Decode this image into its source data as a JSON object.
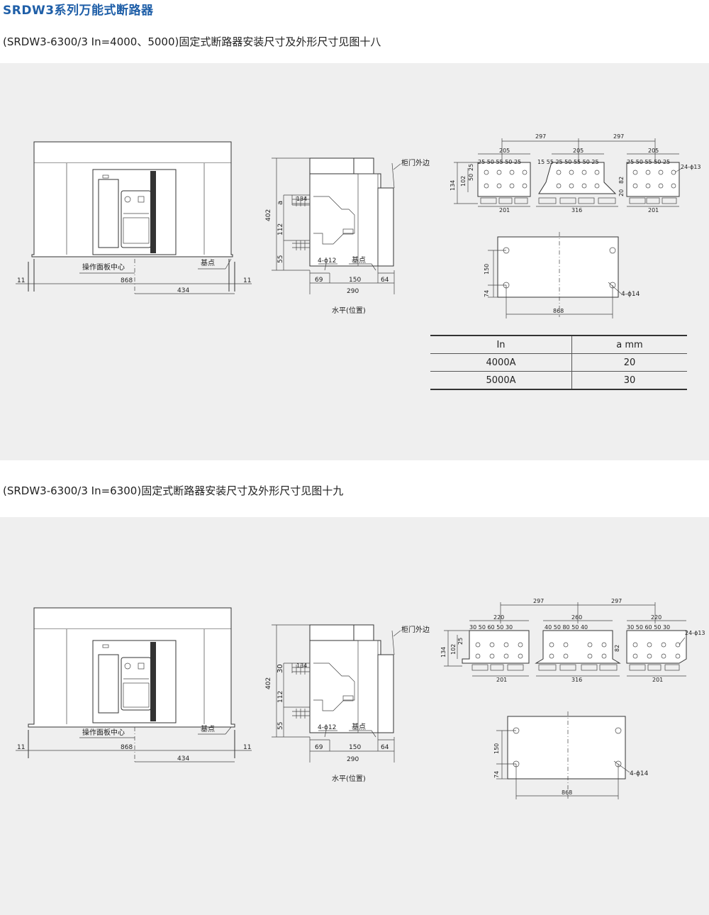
{
  "title": "SRDW3系列万能式断路器",
  "section1": {
    "caption": "(SRDW3-6300/3 In=4000、5000)固定式断路器安装尺寸及外形尺寸见图十八",
    "front": {
      "panel_center_label": "操作面板中心",
      "base_point_label": "基点",
      "width": "868",
      "half": "434",
      "margin_left": "11",
      "margin_right": "11"
    },
    "side": {
      "cabinet_edge_label": "柜门外边",
      "base_point_label": "基点",
      "holes": "4-ϕ12",
      "horizontal_label": "水平(位置)",
      "h_total": "402",
      "h_a": "a",
      "h_112": "112",
      "h_55": "55",
      "w_134": "134",
      "w_69": "69",
      "w_150": "150",
      "w_64": "64",
      "w_290": "290"
    },
    "busbar": {
      "d297a": "297",
      "d297b": "297",
      "d205a": "205",
      "d205b": "205",
      "d205c": "205",
      "left_seq": [
        "25",
        "50",
        "55",
        "50",
        "25"
      ],
      "mid_seq": [
        "15",
        "55",
        "25",
        "50",
        "55",
        "50",
        "25"
      ],
      "right_seq": [
        "25",
        "50",
        "55",
        "50",
        "25"
      ],
      "v134": "134",
      "v102": "102",
      "v50": "50",
      "v25": "25",
      "v82": "82",
      "v20": "20",
      "holes": "24-ϕ13",
      "w201a": "201",
      "w316": "316",
      "w201b": "201"
    },
    "mount": {
      "v150": "150",
      "v74": "74",
      "w868": "868",
      "holes": "4-ϕ14"
    },
    "table": {
      "headers": [
        "In",
        "a mm"
      ],
      "rows": [
        [
          "4000A",
          "20"
        ],
        [
          "5000A",
          "30"
        ]
      ]
    }
  },
  "section2": {
    "caption": "(SRDW3-6300/3 In=6300)固定式断路器安装尺寸及外形尺寸见图十九",
    "front": {
      "panel_center_label": "操作面板中心",
      "base_point_label": "基点",
      "width": "868",
      "half": "434",
      "margin_left": "11",
      "margin_right": "11"
    },
    "side": {
      "cabinet_edge_label": "柜门外边",
      "base_point_label": "基点",
      "holes": "4-ϕ12",
      "horizontal_label": "水平(位置)",
      "h_total": "402",
      "h_a": "30",
      "h_112": "112",
      "h_55": "55",
      "w_134": "134",
      "w_69": "69",
      "w_150": "150",
      "w_64": "64",
      "w_290": "290"
    },
    "busbar": {
      "d297a": "297",
      "d260": "260",
      "d297b": "297",
      "d220a": "220",
      "d220b": "220",
      "left_seq": [
        "30",
        "50",
        "60",
        "50",
        "30"
      ],
      "mid_seq": [
        "40",
        "50",
        "80",
        "50",
        "40"
      ],
      "right_seq": [
        "30",
        "50",
        "60",
        "50",
        "30"
      ],
      "v134": "134",
      "v102": "102",
      "v25": "25",
      "v82": "82",
      "holes": "24-ϕ13",
      "w201a": "201",
      "w316": "316",
      "w201b": "201"
    },
    "mount": {
      "v150": "150",
      "v74": "74",
      "w868": "868",
      "holes": "4-ϕ14"
    }
  }
}
